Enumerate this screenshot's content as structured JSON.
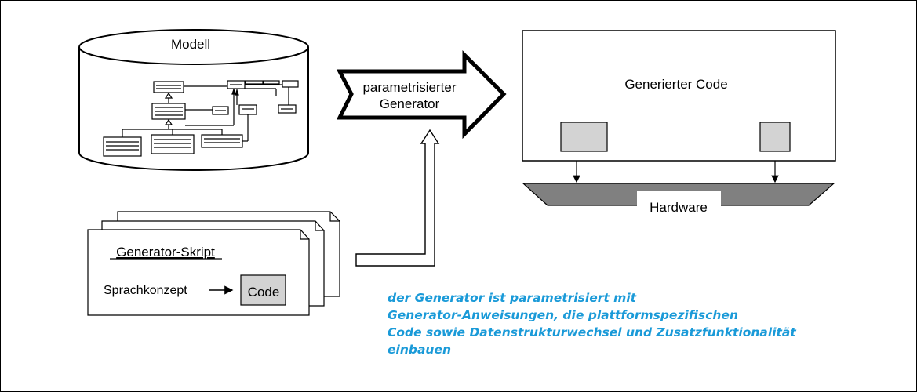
{
  "model": {
    "label": "Modell"
  },
  "generator": {
    "line1": "parametrisierter",
    "line2": "Generator"
  },
  "generated": {
    "label": "Generierter Code"
  },
  "hardware": {
    "label": "Hardware"
  },
  "script": {
    "title": "Generator-Skript",
    "concept": "Sprachkonzept",
    "code": "Code"
  },
  "note": {
    "lines": [
      "der Generator ist parametrisiert mit",
      "Generator-Anweisungen, die plattformspezifischen",
      "Code sowie Datenstrukturwechsel und Zusatzfunktionalität",
      "einbauen"
    ]
  },
  "colors": {
    "note_text": "#1a9ad8",
    "hardware_fill": "#808080",
    "box_fill": "#d3d3d3"
  }
}
